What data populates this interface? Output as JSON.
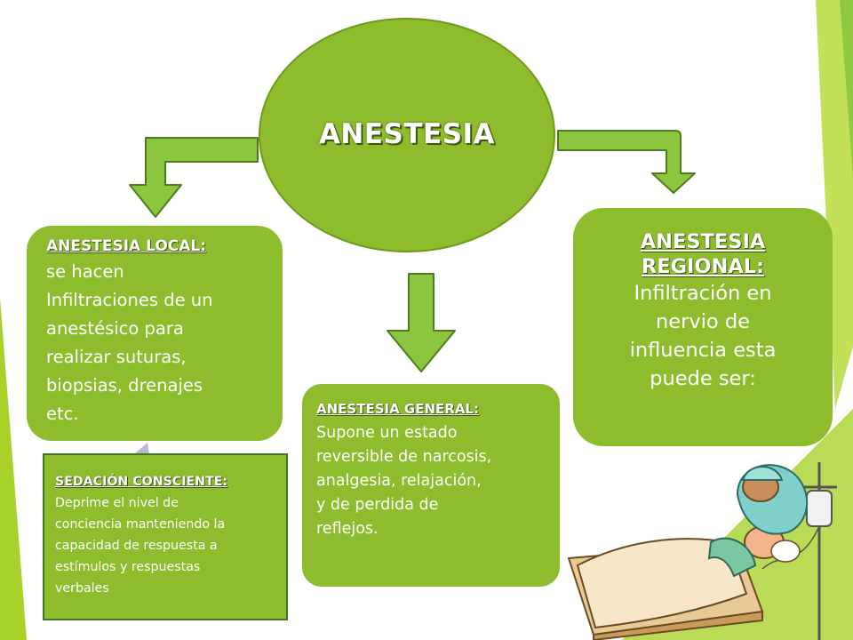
{
  "title": "ANESTESIA",
  "local": {
    "heading": "ANESTESIA LOCAL:",
    "lines": [
      "se hacen",
      "Infiltraciones de un",
      "anestésico para",
      "realizar suturas,",
      "biopsias, drenajes",
      "etc."
    ]
  },
  "regional": {
    "heading_lines": [
      "ANESTESIA",
      "REGIONAL:"
    ],
    "lines": [
      "Infiltración en",
      "nervio de",
      "influencia esta",
      "puede ser:"
    ]
  },
  "general": {
    "heading": "ANESTESIA GENERAL:",
    "lines": [
      "Supone un estado",
      "reversible de narcosis,",
      "analgesia, relajación,",
      "y de perdida de",
      "reflejos."
    ]
  },
  "sedacion": {
    "heading": "SEDACIÓN CONSCIENTE:",
    "lines": [
      "Deprime el nivel de",
      "conciencia manteniendo la",
      "capacidad de respuesta a",
      "estímulos y respuestas",
      "verbales"
    ]
  },
  "colors": {
    "node_fill": "#8dbd2c",
    "node_stroke": "#6d9a1c",
    "arrow_fill": "#8cc63f",
    "arrow_stroke": "#4f7d1e",
    "accent": "#a8d22a"
  },
  "illustration": "surgery-patient-drip-icon"
}
